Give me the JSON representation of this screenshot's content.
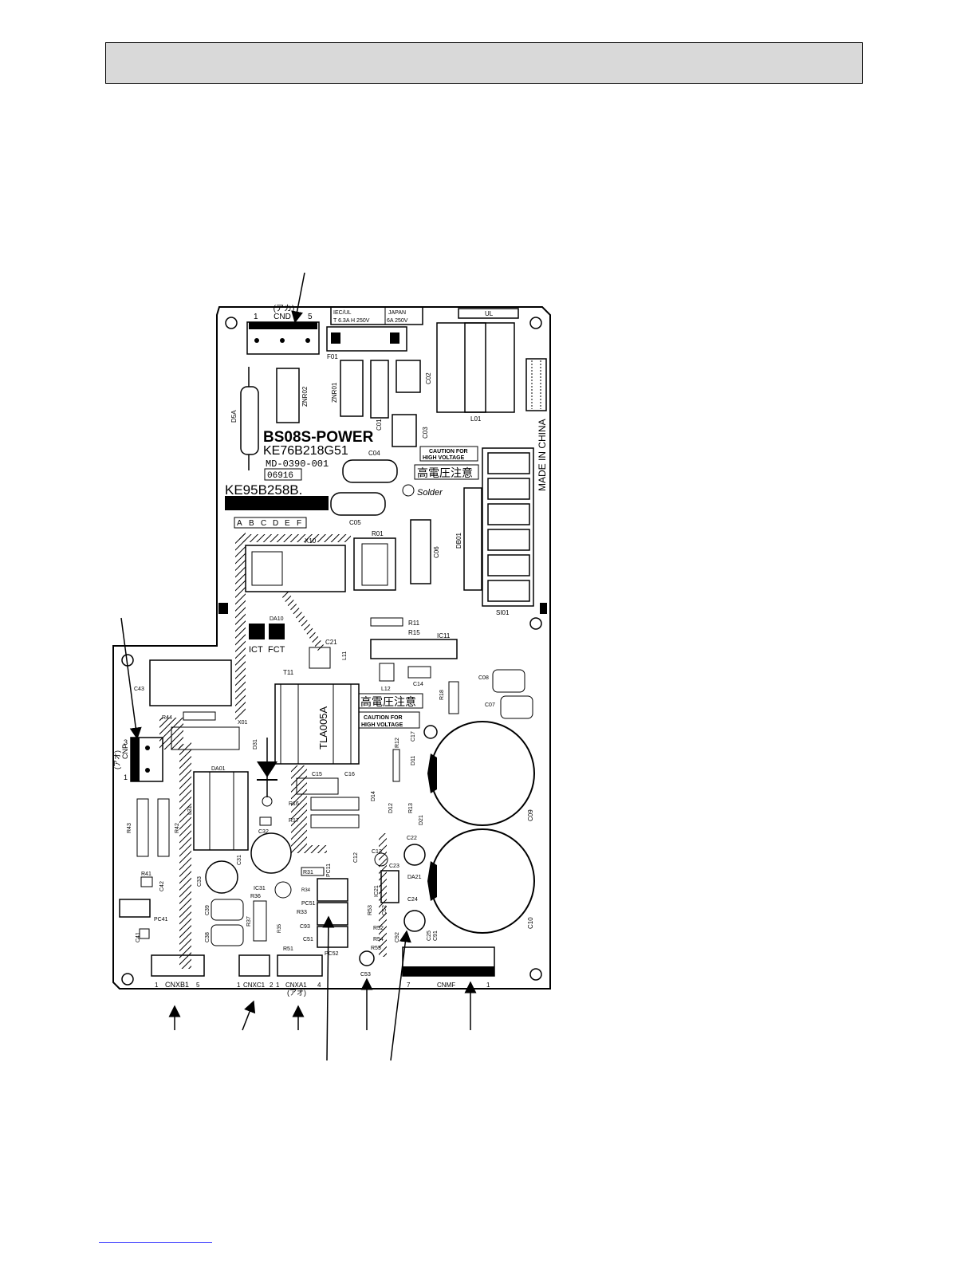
{
  "board": {
    "title": "BS08S-POWER",
    "part_no": "KE76B218G51",
    "md_code": "MD-0390-001",
    "lot_code": "06916",
    "pcb_code": "KE95B258B.",
    "made_in": "MADE IN CHINA",
    "solder_mark": "Solder",
    "ul_mark": "UL",
    "fuse_iec": "IEC/UL",
    "fuse_iec_rating": "T 6.3A H 250V",
    "fuse_japan": "JAPAN",
    "fuse_japan_rating": "6A 250V",
    "caution_top_1": "CAUTION FOR",
    "caution_top_2": "HIGH VOLTAGE",
    "jp_warning": "高電圧注意",
    "caution_mid_1": "CAUTION FOR",
    "caution_mid_2": "HIGH VOLTAGE",
    "jp_warning_2": "高電圧注意",
    "ict": "ICT",
    "fct": "FCT",
    "revision_letters": [
      "A",
      "B",
      "C",
      "D",
      "E",
      "F"
    ],
    "t11_code": "TLA005A"
  },
  "connectors": {
    "cnd": {
      "name": "CND",
      "color": "(アカ)",
      "pin_left": "1",
      "pin_right": "5"
    },
    "cnp": {
      "name": "CNP",
      "color": "(アオ)",
      "pin_top": "3",
      "pin_bottom": "1"
    },
    "cnxb1": {
      "name": "CNXB1",
      "pin_left": "1",
      "pin_right": "5"
    },
    "cnxc1": {
      "name": "CNXC1",
      "pin_left": "1",
      "pin_right": "2"
    },
    "cnxa1": {
      "name": "CNXA1",
      "color": "(アオ)",
      "pin_left": "1",
      "pin_right": "4"
    },
    "cnmf": {
      "name": "CNMF",
      "pin_left": "7",
      "pin_right": "1"
    }
  },
  "components": {
    "f01": "F01",
    "znr02": "ZNR02",
    "znr01": "ZNR01",
    "c01": "C01",
    "c02": "C02",
    "c03": "C03",
    "l01": "L01",
    "d5a": "D5A",
    "c04": "C04",
    "c05": "C05",
    "r01": "R01",
    "c06": "C06",
    "db01": "DB01",
    "x10": "X10",
    "da10": "DA10",
    "si01": "SI01",
    "r11": "R11",
    "r15": "R15",
    "ic11": "IC11",
    "c21": "C21",
    "t11": "T11",
    "l11": "L11",
    "l12": "L12",
    "c14": "C14",
    "c08": "C08",
    "c07": "C07",
    "r18": "R18",
    "c43": "C43",
    "r44": "R44",
    "x01": "X01",
    "d31": "D31",
    "da01": "DA01",
    "l31": "L31",
    "c15": "C15",
    "c16": "C16",
    "r16": "R16",
    "r17": "R17",
    "d14": "D14",
    "r12": "R12",
    "d11": "D11",
    "c17": "C17",
    "d12": "D12",
    "r13": "R13",
    "d21": "D21",
    "c09": "C09",
    "r43": "R43",
    "r42": "R42",
    "c32": "C32",
    "c31": "C31",
    "c13": "C13",
    "c12": "C12",
    "c22": "C22",
    "c10": "C10",
    "c23": "C23",
    "da21": "DA21",
    "ic21": "IC21",
    "c24": "C24",
    "pc11": "PC11",
    "r31": "R31",
    "ic31": "IC31",
    "c33": "C33",
    "r41": "R41",
    "c42": "C42",
    "c39": "C39",
    "r36": "R36",
    "pc51": "PC51",
    "r33": "R33",
    "c93": "C93",
    "r53": "R53",
    "r52": "R52",
    "c52": "C52",
    "pc41": "PC41",
    "c41": "C41",
    "c38": "C38",
    "r37": "R37",
    "r35": "R35",
    "r34": "R34",
    "r51": "R51",
    "c51": "C51",
    "pc52": "PC52",
    "r54": "R54",
    "r55": "R55",
    "c53": "C53",
    "c25": "C25",
    "c91": "C91",
    "c92": "C92"
  }
}
